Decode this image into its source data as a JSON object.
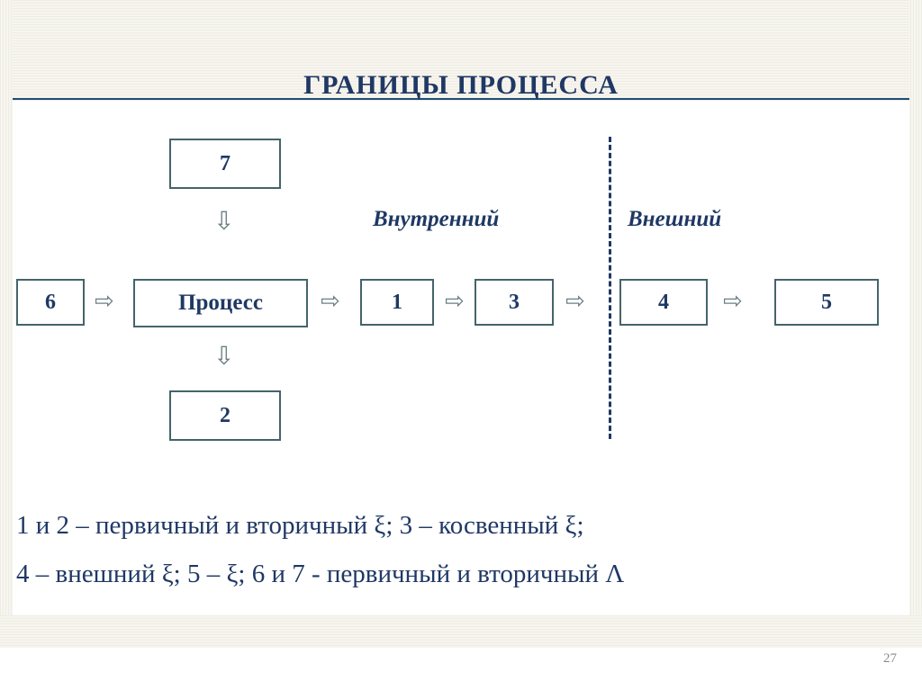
{
  "slide": {
    "title": "ГРАНИЦЫ ПРОЦЕССА",
    "page_number": "27",
    "accent_color": "#1f3864",
    "box_border_color": "#44646a",
    "divider_color": "#1f3864"
  },
  "zones": {
    "internal": "Внутренний",
    "external": "Внешний"
  },
  "boxes": {
    "b7": "7",
    "b6": "6",
    "process": "Процесс",
    "b1": "1",
    "b3": "3",
    "b4": "4",
    "b5": "5",
    "b2": "2"
  },
  "arrows": {
    "down_glyph": "⇩",
    "right_glyph": "⇨",
    "a_top_down": "⇩",
    "a_6_to_process": "⇨",
    "a_process_to_1": "⇨",
    "a_1_to_3": "⇨",
    "a_3_to_4": "⇨",
    "a_4_to_5": "⇨",
    "a_process_down": "⇩"
  },
  "legend": {
    "line1": "1 и 2 – первичный и вторичный ξ; 3 – косвенный ξ;",
    "line2": "4 – внешний ξ; 5 – ξ; 6 и 7 - первичный и вторичный Λ"
  }
}
